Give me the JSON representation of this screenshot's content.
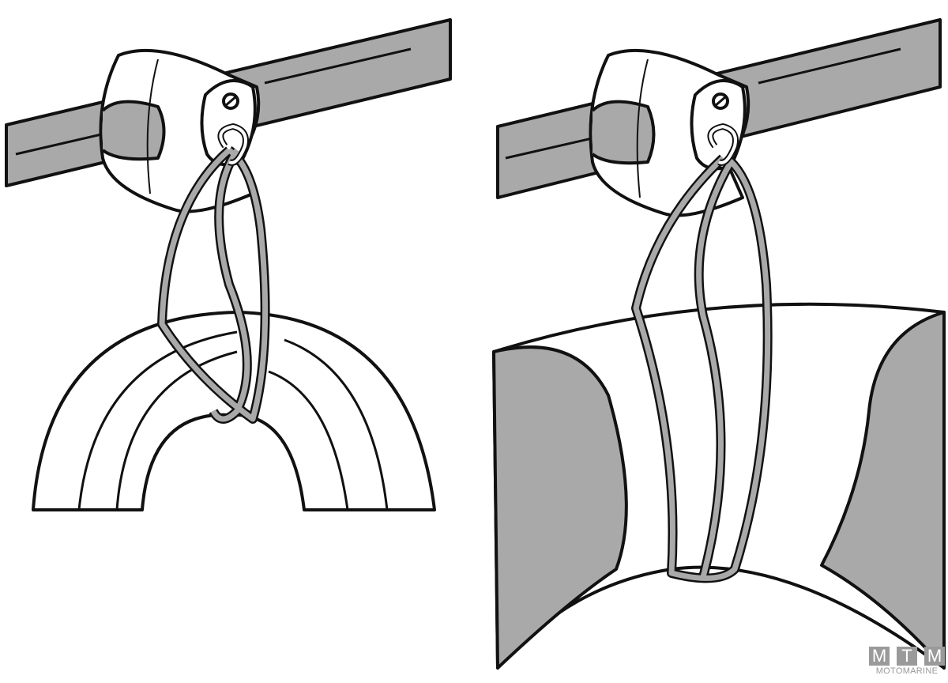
{
  "logo": {
    "letters": [
      "M",
      "T",
      "M"
    ],
    "name": "MOTOMARINE"
  },
  "colors": {
    "line": "#111111",
    "fill_gray": "#a9a9a9",
    "fill_white": "#ffffff"
  }
}
